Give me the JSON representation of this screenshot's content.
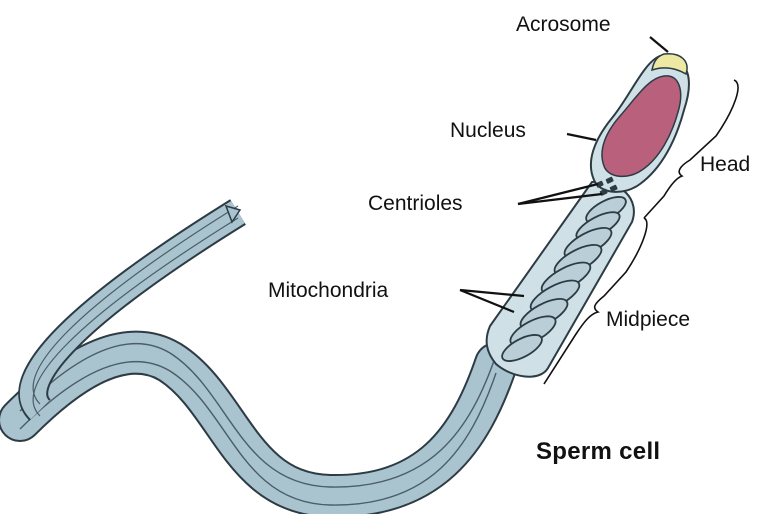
{
  "title": "Sperm cell",
  "labels": {
    "acrosome": "Acrosome",
    "nucleus": "Nucleus",
    "centrioles": "Centrioles",
    "mitochondria": "Mitochondria",
    "head": "Head",
    "midpiece": "Midpiece"
  },
  "colors": {
    "tail_fill": "#a9c3cf",
    "tail_stroke": "#2d3b44",
    "nucleus_fill": "#b9607d",
    "acrosome_fill": "#eee9a2",
    "mitochondria_fill": "#b9ced6",
    "head_fill": "#cfe0e6"
  }
}
